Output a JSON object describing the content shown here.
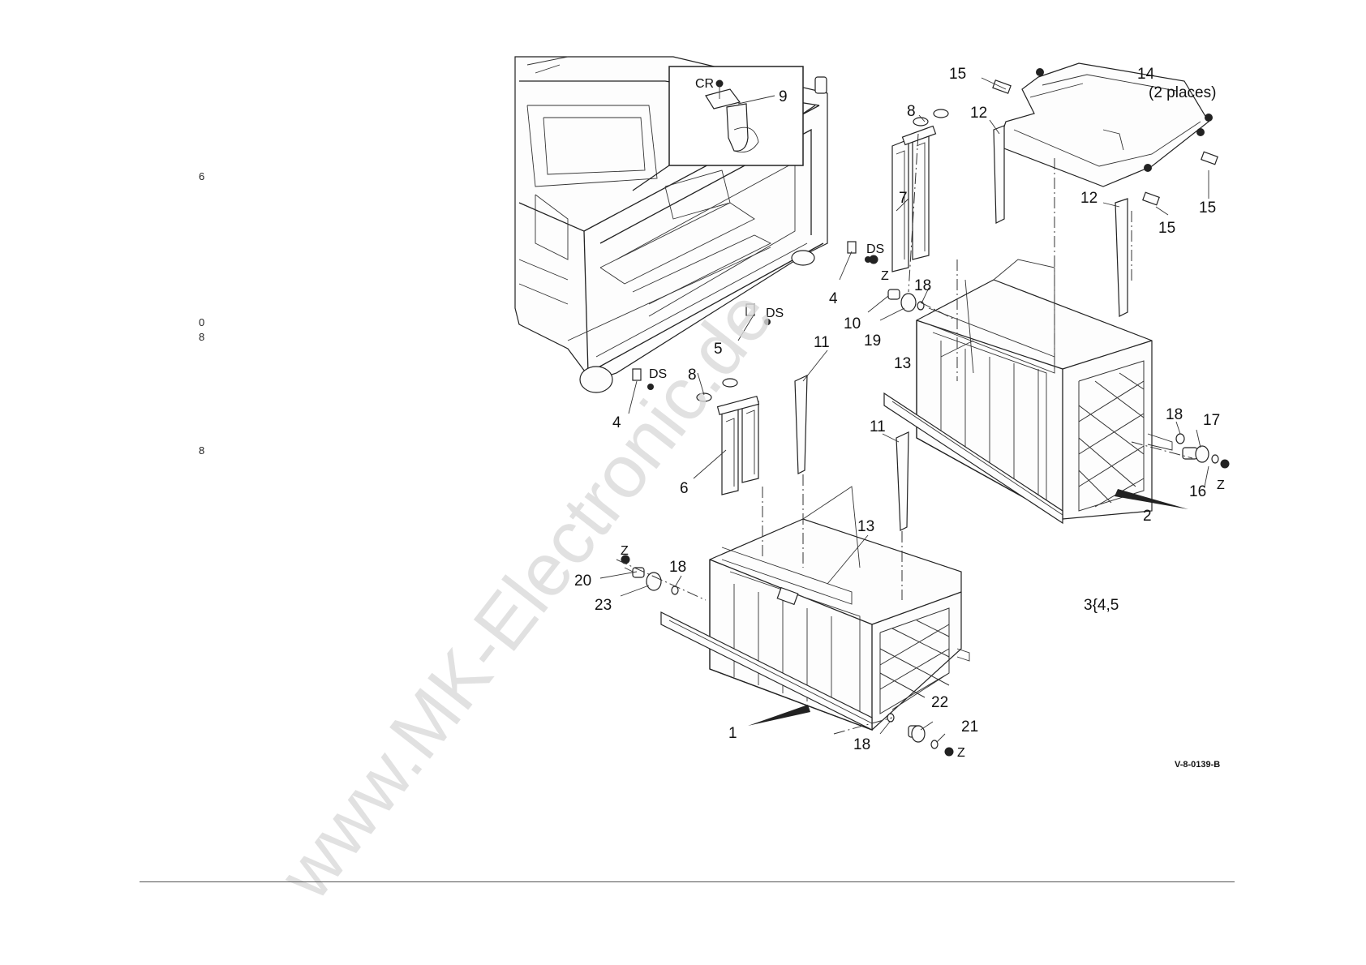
{
  "side_digits": [
    "6",
    "0",
    "8",
    "8"
  ],
  "callouts": {
    "c1": "1",
    "c2": "2",
    "c3": "3{4,5",
    "c4a": "4",
    "c4b": "4",
    "c5": "5",
    "c6": "6",
    "c7": "7",
    "c8a": "8",
    "c8b": "8",
    "c9": "9",
    "c10": "10",
    "c11a": "11",
    "c11b": "11",
    "c12a": "12",
    "c12b": "12",
    "c13a": "13",
    "c13b": "13",
    "c14": "14",
    "c14_note": "(2 places)",
    "c15a": "15",
    "c15b": "15",
    "c15c": "15",
    "c16": "16",
    "c17": "17",
    "c18a": "18",
    "c18b": "18",
    "c18c": "18",
    "c18d": "18",
    "c19": "19",
    "c20": "20",
    "c21": "21",
    "c22": "22",
    "c23": "23"
  },
  "fastener_tags": {
    "cr": "CR",
    "ds1": "DS",
    "ds2": "DS",
    "ds3": "DS",
    "z1": "Z",
    "z2": "Z",
    "z3": "Z",
    "z4": "Z"
  },
  "figure_id": "V-8-0139-B",
  "watermark": "www.MK-Electronic.de"
}
